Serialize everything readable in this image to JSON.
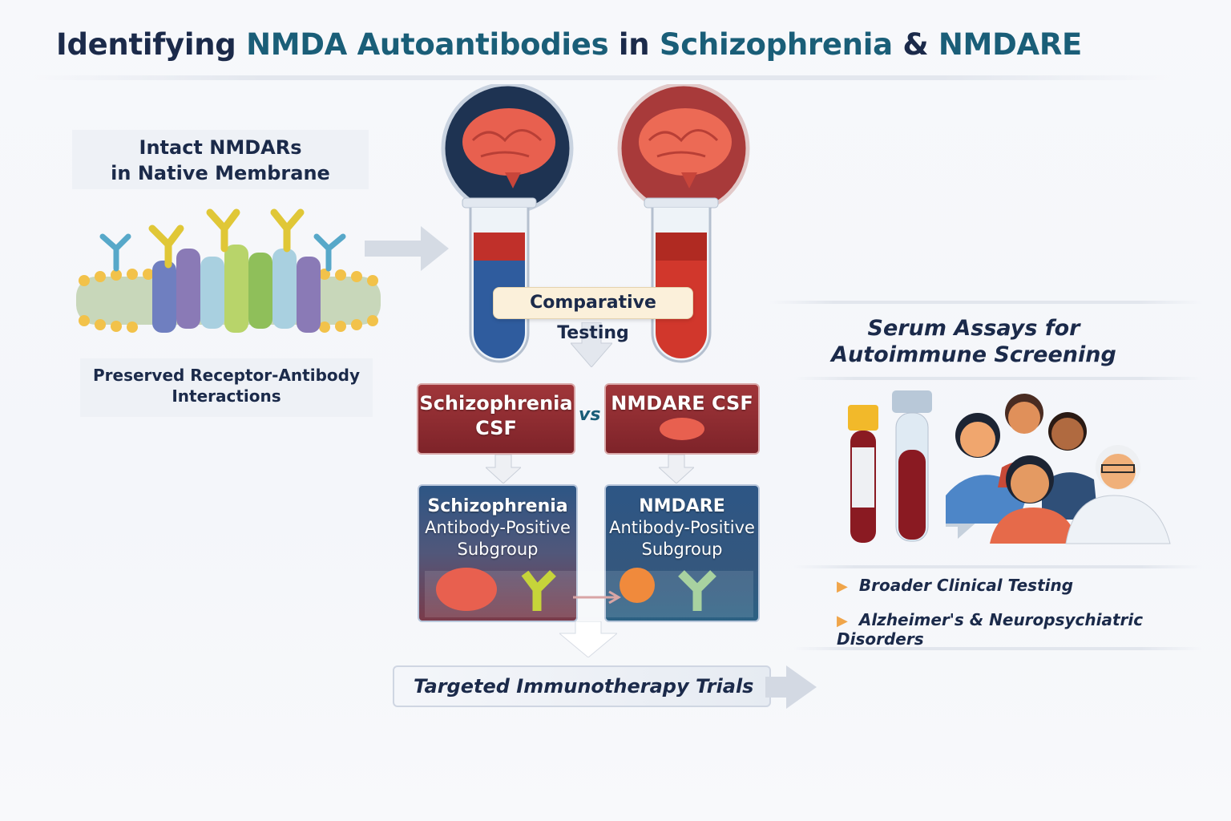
{
  "title": {
    "part1": "Identifying ",
    "part2": "NMDA Autoantibodies",
    "part3": " in ",
    "part4": "Schizophrenia",
    "part5": " & ",
    "part6": "NMDARE"
  },
  "left_panel": {
    "heading_line1": "Intact NMDARs",
    "heading_line2": "in Native Membrane",
    "caption_line1": "Preserved Receptor-Antibody",
    "caption_line2": "Interactions"
  },
  "center": {
    "comparative_label": "Comparative Testing",
    "vs_label": "vs",
    "csf_boxes": [
      {
        "line1": "Schizophrenia",
        "line2": "CSF"
      },
      {
        "line1": "NMDARE CSF",
        "line2": ""
      }
    ],
    "subgroups": [
      {
        "title": "Schizophrenia",
        "line2": "Antibody-Positive",
        "line3": "Subgroup"
      },
      {
        "title": "NMDARE",
        "line2": "Antibody-Positive",
        "line3": "Subgroup"
      }
    ],
    "trials_label": "Targeted Immunotherapy Trials"
  },
  "right_panel": {
    "title_line1": "Serum Assays for",
    "title_line2": "Autoimmune Screening",
    "bullets": [
      "Broader Clinical Testing",
      "Alzheimer's & Neuropsychiatric Disorders"
    ]
  },
  "colors": {
    "navy": "#1b2a4a",
    "teal": "#1a5e78",
    "red": "#8e2a30",
    "blue": "#2d5685",
    "accent": "#f0a54a"
  }
}
